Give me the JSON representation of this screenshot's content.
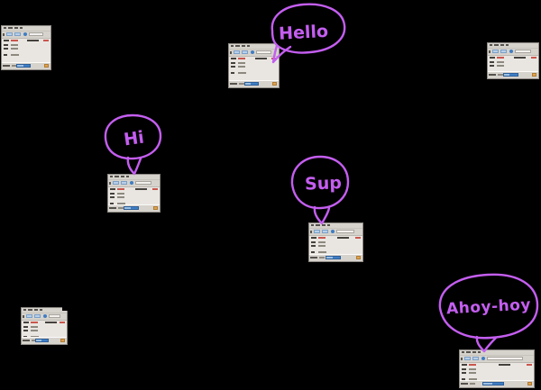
{
  "bubbles": [
    {
      "text": "Hello"
    },
    {
      "text": "Hi"
    },
    {
      "text": "Sup"
    },
    {
      "text": "Ahoy-hoy"
    }
  ],
  "colors": {
    "background": "#000000",
    "ink": "#c45ef0",
    "window-chrome": "#d6d2cc",
    "window-bg": "#e9e6e2",
    "accent-blue": "#3f7ec4",
    "accent-blue-light": "#9cc0e4",
    "alert-red": "#c9574e",
    "warn-orange": "#dfa24f"
  }
}
